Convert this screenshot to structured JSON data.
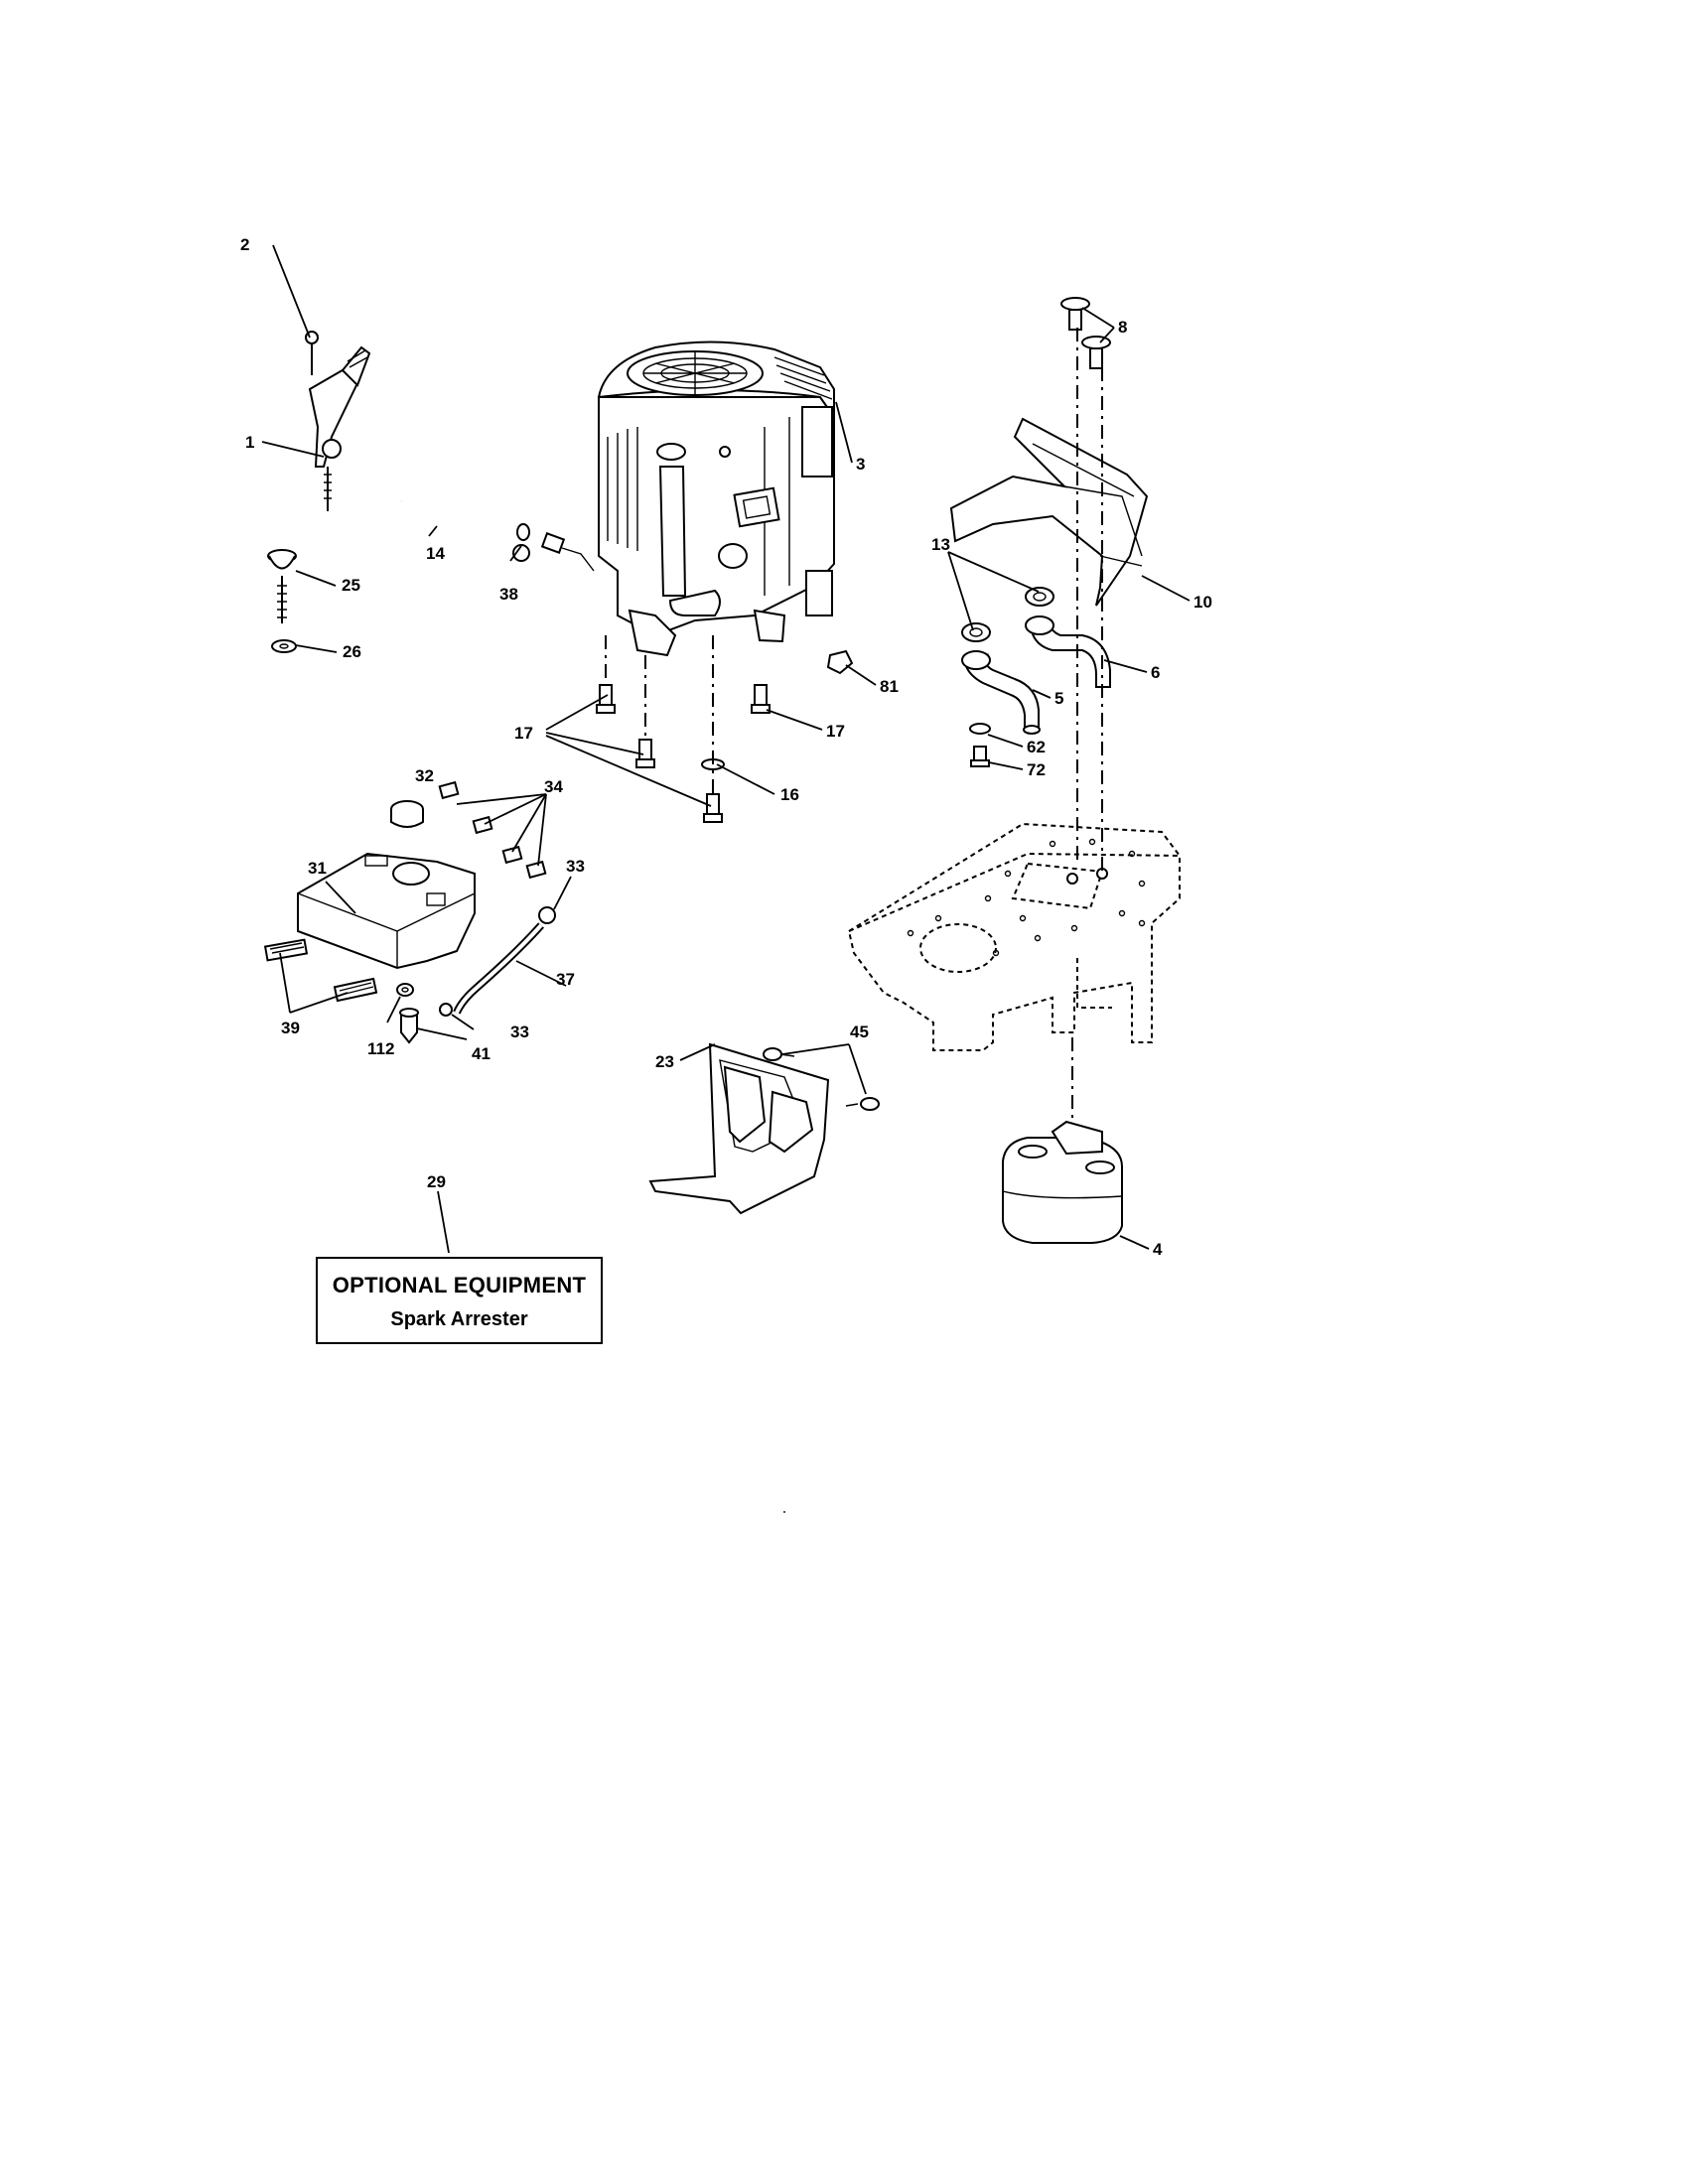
{
  "callouts": {
    "c1": "1",
    "c2": "2",
    "c3": "3",
    "c4": "4",
    "c5": "5",
    "c6": "6",
    "c8": "8",
    "c10": "10",
    "c13": "13",
    "c14": "14",
    "c16": "16",
    "c17a": "17",
    "c17b": "17",
    "c23": "23",
    "c25": "25",
    "c26": "26",
    "c29": "29",
    "c31": "31",
    "c32": "32",
    "c33a": "33",
    "c33b": "33",
    "c34": "34",
    "c37": "37",
    "c38": "38",
    "c39": "39",
    "c41": "41",
    "c45": "45",
    "c62": "62",
    "c72": "72",
    "c81": "81",
    "c112": "112"
  },
  "optional_box": {
    "title": "OPTIONAL EQUIPMENT",
    "subtitle": "Spark Arrester"
  }
}
